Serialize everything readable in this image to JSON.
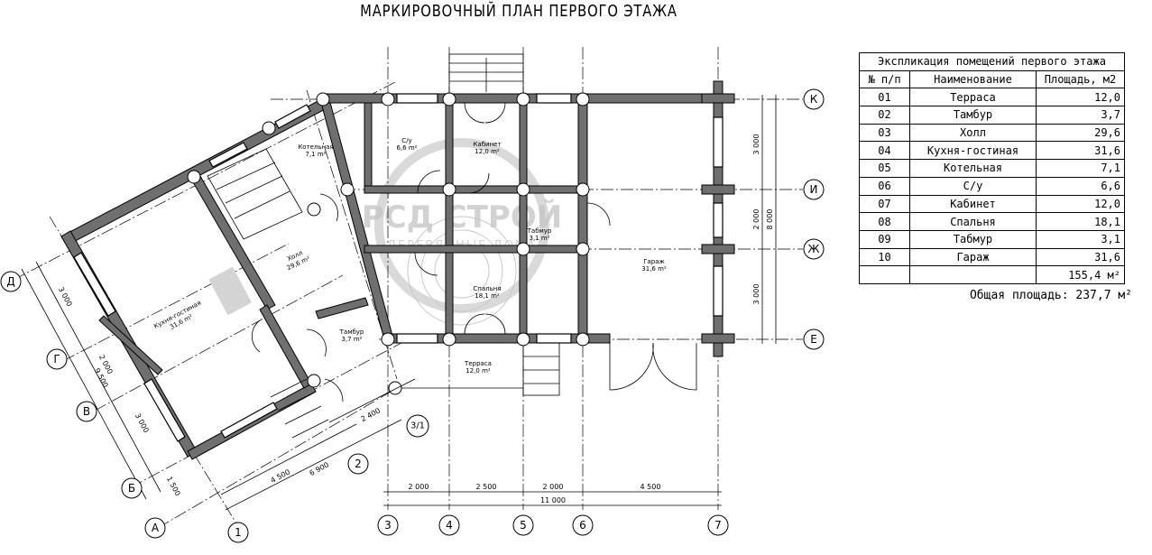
{
  "title": "МАРКИРОВОЧНЫЙ ПЛАН ПЕРВОГО ЭТАЖА",
  "table": {
    "caption": "Экспликация помещений первого этажа",
    "headers": [
      "№ п/п",
      "Наименование",
      "Площадь, м2"
    ],
    "rows": [
      [
        "01",
        "Терраса",
        "12,0"
      ],
      [
        "02",
        "Тамбур",
        "3,7"
      ],
      [
        "03",
        "Холл",
        "29,6"
      ],
      [
        "04",
        "Кухня-гостиная",
        "31,6"
      ],
      [
        "05",
        "Котельная",
        "7,1"
      ],
      [
        "06",
        "С/у",
        "6,6"
      ],
      [
        "07",
        "Кабинет",
        "12,0"
      ],
      [
        "08",
        "Спальня",
        "18,1"
      ],
      [
        "09",
        "Табмур",
        "3,1"
      ],
      [
        "10",
        "Гараж",
        "31,6"
      ]
    ],
    "subtotal": "155,4 м²",
    "total": "Общая площадь: 237,7 м²"
  },
  "axes": {
    "bottom": [
      "3",
      "4",
      "5",
      "6",
      "7"
    ],
    "right": [
      "К",
      "И",
      "Ж",
      "Е"
    ],
    "left": [
      "Д",
      "Г",
      "В",
      "Б",
      "А"
    ],
    "diag": [
      "1",
      "2",
      "3/1"
    ]
  },
  "dims": {
    "bottom": [
      "2 000",
      "2 500",
      "2 000",
      "4 500"
    ],
    "bottom_total": "11 000",
    "right": [
      "3 000",
      "2 000",
      "3 000"
    ],
    "right_total": "8 000",
    "left": [
      "3 000",
      "2 000",
      "3 000",
      "1 500"
    ],
    "left_total": "9 500",
    "diag_bottom": [
      "4 500",
      "6 900"
    ],
    "diag_mid": "2 400"
  },
  "rooms": {
    "su": {
      "name": "С/у",
      "area": "6,6 m²"
    },
    "kabinet": {
      "name": "Кабинет",
      "area": "12,0 m²"
    },
    "kotelnaya": {
      "name": "Котельная",
      "area": "7,1 m²"
    },
    "holl": {
      "name": "Холл",
      "area": "29,6 m²"
    },
    "tambur2": {
      "name": "Табмур",
      "area": "3,1 m²"
    },
    "garazh": {
      "name": "Гараж",
      "area": "31,6 m²"
    },
    "spalnya": {
      "name": "Спальня",
      "area": "18,1 m²"
    },
    "kuhnya": {
      "name": "Кухня-гостиная",
      "area": "31,6 m²"
    },
    "tambur": {
      "name": "Тамбур",
      "area": "3,7 m²"
    },
    "terrasa": {
      "name": "Терраса",
      "area": "12,0 m²"
    }
  },
  "watermark": {
    "brand": "РСД СТРОЙ",
    "tagline": "ДЕРЕВЯННЫЕ ДОМА"
  }
}
